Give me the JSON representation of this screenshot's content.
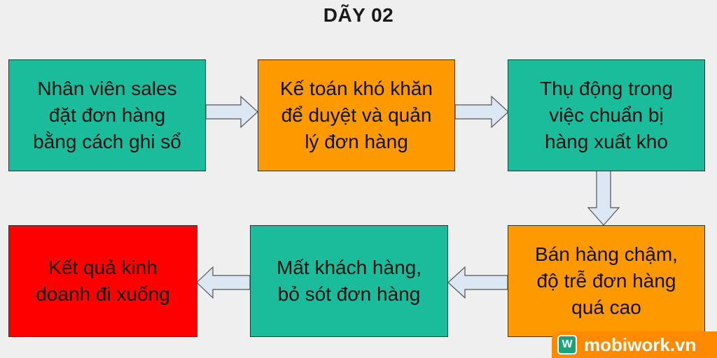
{
  "title": "DÃY 02",
  "nodes": [
    {
      "id": "n1",
      "lines": [
        "Nhân viên sales",
        "đặt đơn hàng",
        "bằng cách ghi sổ"
      ]
    },
    {
      "id": "n2",
      "lines": [
        "Kế toán khó khăn",
        "để duyệt và quản",
        "lý đơn hàng"
      ]
    },
    {
      "id": "n3",
      "lines": [
        "Thụ động trong",
        "việc chuẩn bị",
        "hàng xuất kho"
      ]
    },
    {
      "id": "n4",
      "lines": [
        "Bán hàng chậm,",
        "độ trễ đơn hàng",
        "quá cao"
      ]
    },
    {
      "id": "n5",
      "lines": [
        "Mất khách hàng,",
        "bỏ sót đơn hàng"
      ]
    },
    {
      "id": "n6",
      "lines": [
        "Kết quả kinh",
        "doanh đi xuống"
      ]
    }
  ],
  "edges": [
    {
      "from": "n1",
      "to": "n2"
    },
    {
      "from": "n2",
      "to": "n3"
    },
    {
      "from": "n3",
      "to": "n4"
    },
    {
      "from": "n4",
      "to": "n5"
    },
    {
      "from": "n5",
      "to": "n6"
    }
  ],
  "colors": {
    "teal": "#1abc9c",
    "orange": "#ff9900",
    "red": "#ff0000",
    "arrow_fill": "#dbe8f4",
    "arrow_stroke": "#555555"
  },
  "logo": {
    "mark": "W",
    "text": "mobiwork.vn"
  }
}
